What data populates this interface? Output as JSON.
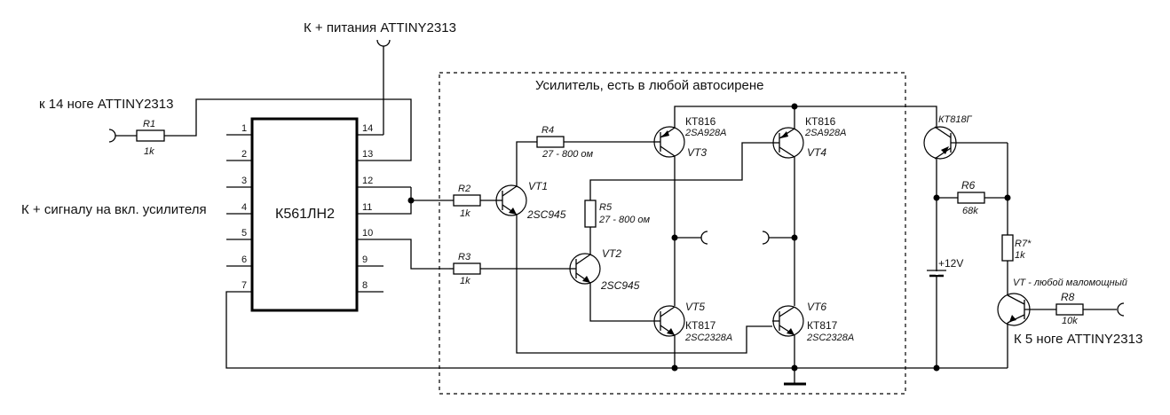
{
  "labels": {
    "power_attiny": "К + питания ATTINY2313",
    "pin14_attiny": "к 14 ноге ATTINY2313",
    "amp_signal": "К + сигналу на вкл. усилителя",
    "amp_box_title": "Усилитель, есть в любой автосирене",
    "pin5_attiny": "К 5 ноге ATTINY2313",
    "vt_any": "VT - любой маломощный",
    "battery": "+12V"
  },
  "ic": {
    "name": "К561ЛН2",
    "left_pins": [
      "1",
      "2",
      "3",
      "4",
      "5",
      "6",
      "7"
    ],
    "right_pins": [
      "14",
      "13",
      "12",
      "11",
      "10",
      "9",
      "8"
    ]
  },
  "resistors": {
    "R1": {
      "name": "R1",
      "value": "1k"
    },
    "R2": {
      "name": "R2",
      "value": "1k"
    },
    "R3": {
      "name": "R3",
      "value": "1k"
    },
    "R4": {
      "name": "R4",
      "value": "27 - 800 ом"
    },
    "R5": {
      "name": "R5",
      "value": "27 - 800 ом"
    },
    "R6": {
      "name": "R6",
      "value": "68k"
    },
    "R7": {
      "name": "R7*",
      "value": "1k"
    },
    "R8": {
      "name": "R8",
      "value": "10k"
    }
  },
  "transistors": {
    "VT1": {
      "name": "VT1",
      "part": "2SC945"
    },
    "VT2": {
      "name": "VT2",
      "part": "2SC945"
    },
    "VT3": {
      "name": "VT3",
      "part": "КТ816",
      "alt": "2SA928A"
    },
    "VT4": {
      "name": "VT4",
      "part": "КТ816",
      "alt": "2SA928A"
    },
    "VT5": {
      "name": "VT5",
      "part": "КТ817",
      "alt": "2SC2328A"
    },
    "VT6": {
      "name": "VT6",
      "part": "КТ817",
      "alt": "2SC2328A"
    },
    "VT7": {
      "part": "КТ818Г"
    }
  }
}
